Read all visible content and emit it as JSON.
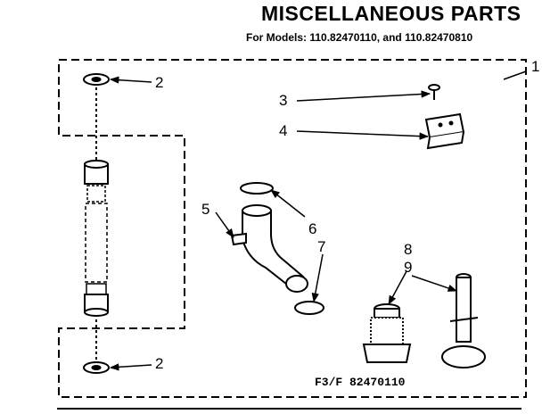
{
  "header": {
    "title": "MISCELLANEOUS PARTS",
    "models": "For Models: 110.82470110,  and 110.82470810"
  },
  "diagram": {
    "figure_code": "F3/F 82470110",
    "callouts": {
      "c1": "1",
      "c2_top": "2",
      "c2_bottom": "2",
      "c3": "3",
      "c4": "4",
      "c5": "5",
      "c6": "6",
      "c7": "7",
      "c8": "8",
      "c9": "9"
    }
  }
}
